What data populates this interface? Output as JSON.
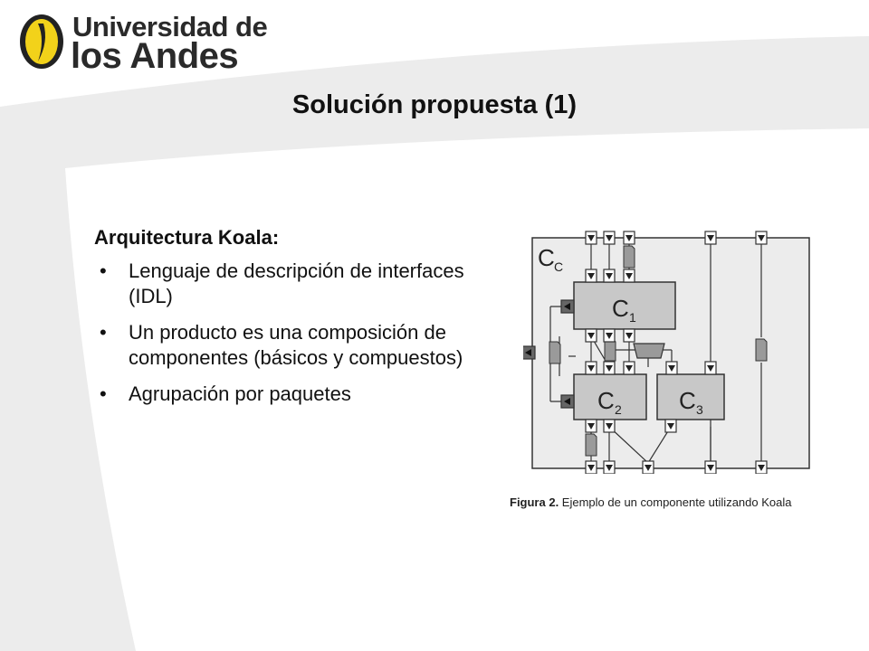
{
  "header": {
    "logo_line1": "Universidad de",
    "logo_line2": "los Andes"
  },
  "slide": {
    "title": "Solución propuesta (1)",
    "heading": "Arquitectura Koala:",
    "bullet_symbol": "•",
    "bullets": [
      "Lenguaje de descripción de interfaces (IDL)",
      "Un producto es una composición de componentes (básicos y compuestos)",
      "Agrupación por paquetes"
    ]
  },
  "figure": {
    "outer_label": "C",
    "outer_sub": "C",
    "components": [
      {
        "label": "C",
        "sub": "1"
      },
      {
        "label": "C",
        "sub": "2"
      },
      {
        "label": "C",
        "sub": "3"
      }
    ],
    "caption_bold": "Figura 2.",
    "caption_text": " Ejemplo de un componente utilizando Koala"
  },
  "colors": {
    "component_fill": "#c8c8c8",
    "outer_fill": "#ececec",
    "dark_port": "#555555",
    "background_shape": "#ececec"
  }
}
